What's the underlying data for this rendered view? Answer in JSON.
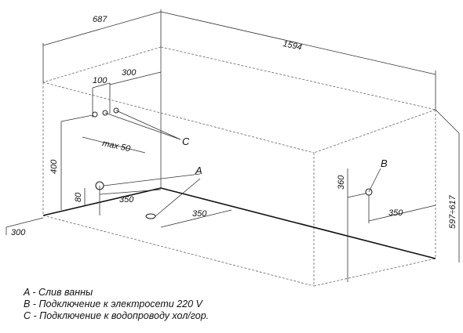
{
  "dimensions": {
    "width": "687",
    "length": "1594",
    "drain_from_wall": "100",
    "drain_offset_300": "300",
    "max_50": "max 50",
    "height_400": "400",
    "height_80": "80",
    "dist_350_a": "350",
    "dist_350_b": "350",
    "dist_350_c": "350",
    "front_300": "300",
    "height_360": "360",
    "height_597_617": "597÷617"
  },
  "callouts": {
    "a": "A",
    "b": "B",
    "c": "C"
  },
  "legend": {
    "a": "A - Слив ванны",
    "b": "B - Подключение к электросети 220 V",
    "c": "C - Подключение к водопроводу хол/гор."
  }
}
